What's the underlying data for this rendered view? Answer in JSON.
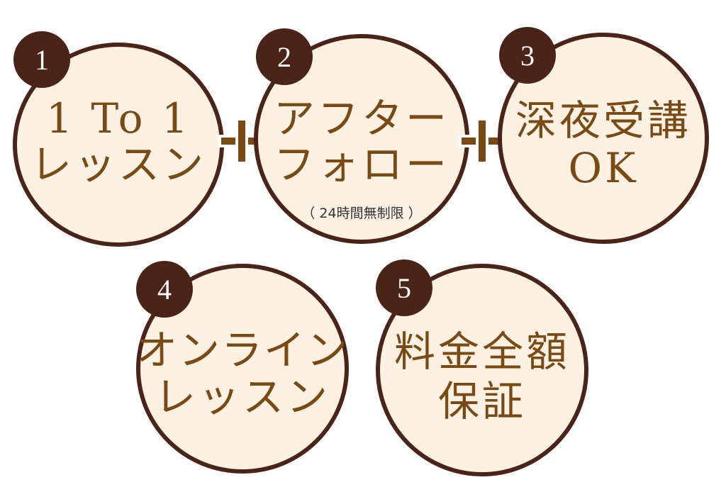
{
  "items": [
    {
      "number": "1",
      "line1": "1 To 1",
      "line2": "レッスン"
    },
    {
      "number": "2",
      "line1": "アフター",
      "line2": "フォロー",
      "note": "（ 24時間無制限 ）"
    },
    {
      "number": "3",
      "line1": "深夜受講",
      "line2": "OK"
    },
    {
      "number": "4",
      "line1": "オンライン",
      "line2": "レッスン"
    },
    {
      "number": "5",
      "line1": "料金全額",
      "line2": "保証"
    }
  ],
  "operators": [
    "plus-symbol",
    "plus-symbol"
  ],
  "colors": {
    "circle_fill": "#fcf1e3",
    "circle_border": "#4a2418",
    "badge": "#4a2418",
    "text": "#7a4a14"
  }
}
